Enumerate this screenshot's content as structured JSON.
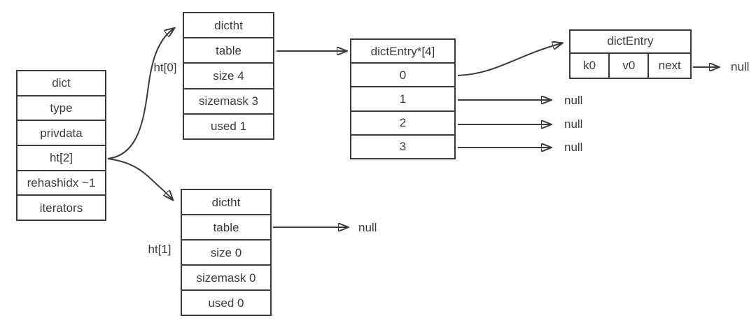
{
  "colors": {
    "line": "#3b3b3b",
    "text": "#3b3b3b",
    "background": "#ffffff"
  },
  "dict_box": {
    "header": "dict",
    "rows": [
      "type",
      "privdata",
      "ht[2]",
      "rehashidx −1",
      "iterators"
    ]
  },
  "ht0_box": {
    "pointer_label": "ht[0]",
    "header": "dictht",
    "rows": [
      "table",
      "size 4",
      "sizemask 3",
      "used 1"
    ]
  },
  "ht1_box": {
    "pointer_label": "ht[1]",
    "header": "dictht",
    "rows": [
      "table",
      "size 0",
      "sizemask 0",
      "used 0"
    ]
  },
  "bucket_box": {
    "header": "dictEntry*[4]",
    "rows": [
      "0",
      "1",
      "2",
      "3"
    ]
  },
  "entry_box": {
    "header": "dictEntry",
    "cells": [
      "k0",
      "v0",
      "next"
    ]
  },
  "null_labels": {
    "bucket_1": "null",
    "bucket_2": "null",
    "bucket_3": "null",
    "entry_next": "null",
    "ht1_table": "null"
  }
}
